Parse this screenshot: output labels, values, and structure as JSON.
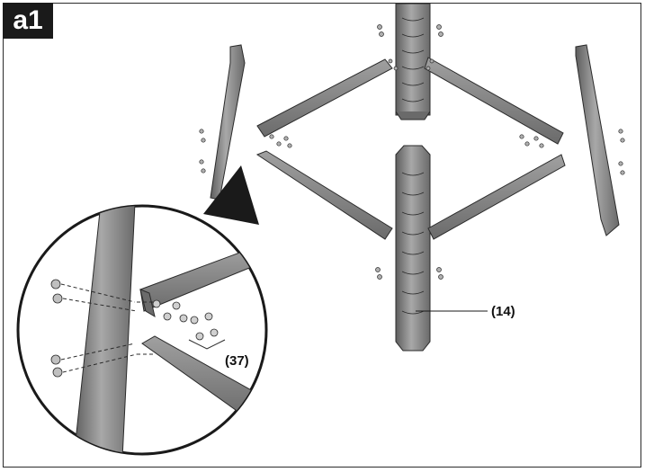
{
  "figure_id": "a1",
  "callouts": [
    {
      "id": "14",
      "label": "(14)"
    },
    {
      "id": "37",
      "label": "(37)"
    }
  ],
  "colors": {
    "part_fill": "#8c8c8c",
    "part_dark": "#5e5e5e",
    "part_light": "#b8b8b8",
    "outline": "#2b2b2b",
    "badge_bg": "#1a1a1a"
  }
}
